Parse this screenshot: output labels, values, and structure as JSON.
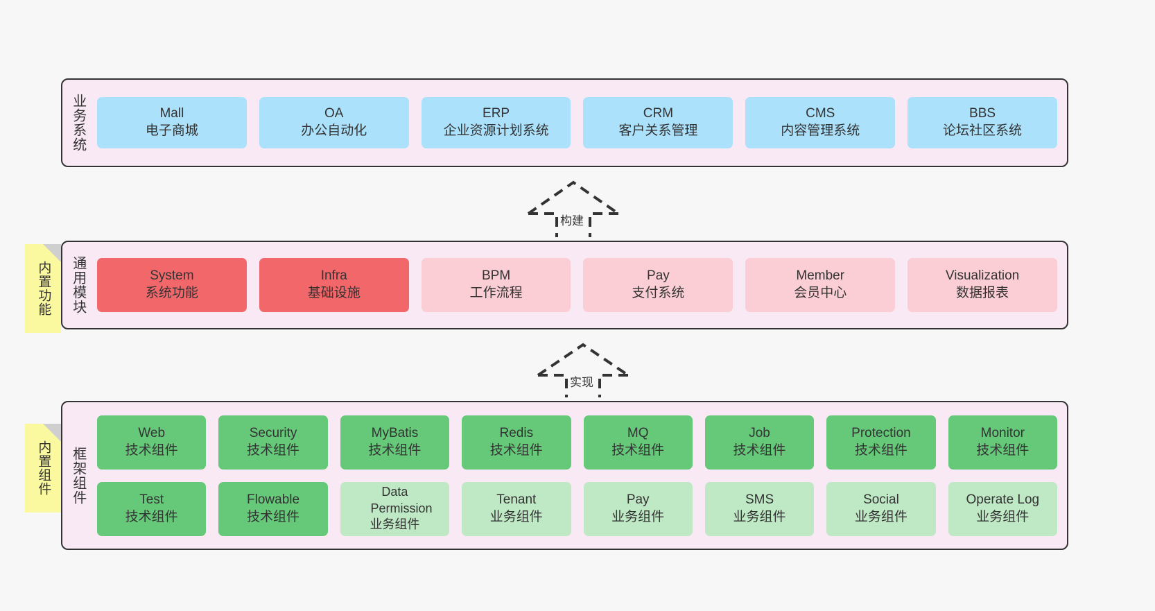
{
  "diagram": {
    "background_color": "#f7f7f7",
    "layer_fill": "#f9e9f4",
    "layer_border": "#333333",
    "sticky_color": "#fbf9a0",
    "layers": [
      {
        "id": "business-system",
        "title": "业务系统",
        "rows": [
          {
            "nodes": [
              {
                "name": "Mall",
                "sub": "电子商城",
                "color": "#ace1fb",
                "style": "blue"
              },
              {
                "name": "OA",
                "sub": "办公自动化",
                "color": "#ace1fb",
                "style": "blue"
              },
              {
                "name": "ERP",
                "sub": "企业资源计划系统",
                "color": "#ace1fb",
                "style": "blue"
              },
              {
                "name": "CRM",
                "sub": "客户关系管理",
                "color": "#ace1fb",
                "style": "blue"
              },
              {
                "name": "CMS",
                "sub": "内容管理系统",
                "color": "#ace1fb",
                "style": "blue"
              },
              {
                "name": "BBS",
                "sub": "论坛社区系统",
                "color": "#ace1fb",
                "style": "blue"
              }
            ]
          }
        ]
      },
      {
        "id": "common-module",
        "title": "通用模块",
        "sticky": "内置功能",
        "rows": [
          {
            "nodes": [
              {
                "name": "System",
                "sub": "系统功能",
                "color": "#f2676a",
                "style": "red-strong"
              },
              {
                "name": "Infra",
                "sub": "基础设施",
                "color": "#f2676a",
                "style": "red-strong"
              },
              {
                "name": "BPM",
                "sub": "工作流程",
                "color": "#fbcdd4",
                "style": "pink-soft"
              },
              {
                "name": "Pay",
                "sub": "支付系统",
                "color": "#fbcdd4",
                "style": "pink-soft"
              },
              {
                "name": "Member",
                "sub": "会员中心",
                "color": "#fbcdd4",
                "style": "pink-soft"
              },
              {
                "name": "Visualization",
                "sub": "数据报表",
                "color": "#fbcdd4",
                "style": "pink-soft"
              }
            ]
          }
        ]
      },
      {
        "id": "framework-component",
        "title": "框架组件",
        "sticky": "内置组件",
        "rows": [
          {
            "nodes": [
              {
                "name": "Web",
                "sub": "技术组件",
                "color": "#66c879",
                "style": "green-strong"
              },
              {
                "name": "Security",
                "sub": "技术组件",
                "color": "#66c879",
                "style": "green-strong"
              },
              {
                "name": "MyBatis",
                "sub": "技术组件",
                "color": "#66c879",
                "style": "green-strong"
              },
              {
                "name": "Redis",
                "sub": "技术组件",
                "color": "#66c879",
                "style": "green-strong"
              },
              {
                "name": "MQ",
                "sub": "技术组件",
                "color": "#66c879",
                "style": "green-strong"
              },
              {
                "name": "Job",
                "sub": "技术组件",
                "color": "#66c879",
                "style": "green-strong"
              },
              {
                "name": "Protection",
                "sub": "技术组件",
                "color": "#66c879",
                "style": "green-strong"
              },
              {
                "name": "Monitor",
                "sub": "技术组件",
                "color": "#66c879",
                "style": "green-strong"
              }
            ]
          },
          {
            "nodes": [
              {
                "name": "Test",
                "sub": "技术组件",
                "color": "#66c879",
                "style": "green-strong"
              },
              {
                "name": "Flowable",
                "sub": "技术组件",
                "color": "#66c879",
                "style": "green-strong"
              },
              {
                "name": "Data Permission",
                "sub": "业务组件",
                "color": "#bfe8c5",
                "style": "green-soft"
              },
              {
                "name": "Tenant",
                "sub": "业务组件",
                "color": "#bfe8c5",
                "style": "green-soft"
              },
              {
                "name": "Pay",
                "sub": "业务组件",
                "color": "#bfe8c5",
                "style": "green-soft"
              },
              {
                "name": "SMS",
                "sub": "业务组件",
                "color": "#bfe8c5",
                "style": "green-soft"
              },
              {
                "name": "Social",
                "sub": "业务组件",
                "color": "#bfe8c5",
                "style": "green-soft"
              },
              {
                "name": "Operate Log",
                "sub": "业务组件",
                "color": "#bfe8c5",
                "style": "green-soft"
              }
            ]
          }
        ]
      }
    ],
    "arrows": [
      {
        "id": "arrow-build",
        "label": "构建"
      },
      {
        "id": "arrow-implement",
        "label": "实现"
      }
    ]
  }
}
